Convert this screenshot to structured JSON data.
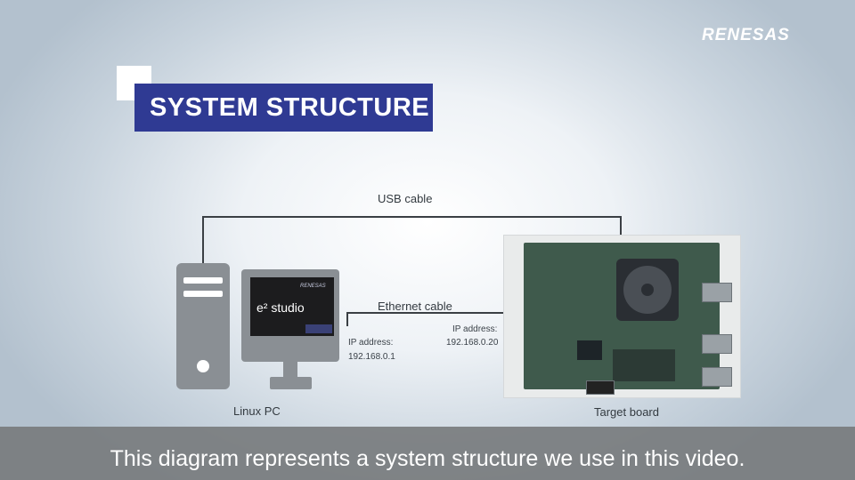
{
  "brand": {
    "logo_text": "RENESAS"
  },
  "title": "SYSTEM STRUCTURE",
  "cables": {
    "usb": "USB cable",
    "ethernet": "Ethernet cable"
  },
  "pc": {
    "label": "Linux PC",
    "screen_app": "e² studio",
    "screen_logo": "RENESAS",
    "ip_label": "IP address:",
    "ip_value": "192.168.0.1"
  },
  "board": {
    "label": "Target board",
    "ip_label": "IP address:",
    "ip_value": "192.168.0.20"
  },
  "subtitle": "This diagram represents a system structure we use in this video.",
  "colors": {
    "title_bar": "#2f3a93",
    "device_gray": "#8a8f94",
    "cable": "#3a3f44",
    "subtitle_bar": "#787c7e"
  }
}
